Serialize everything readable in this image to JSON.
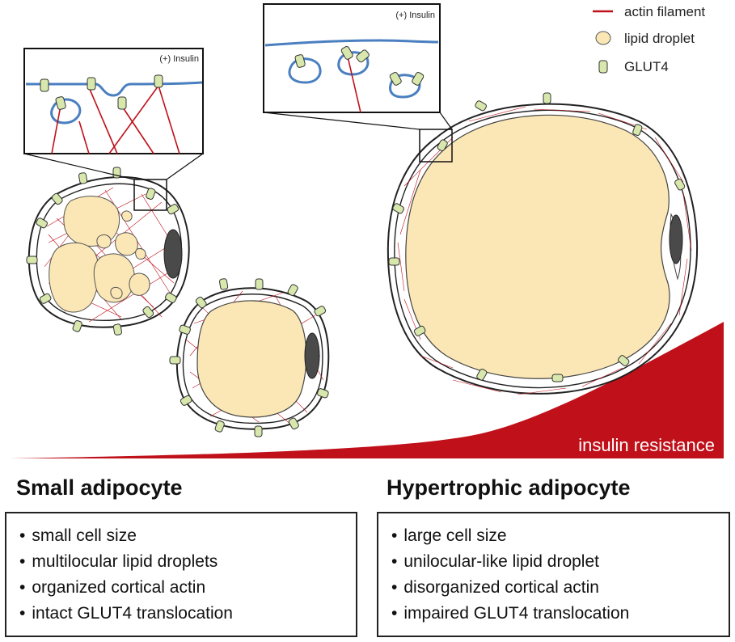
{
  "legend": [
    {
      "label": "actin filament",
      "icon": "actin-filament-icon",
      "color": "#c0101a"
    },
    {
      "label": "lipid droplet",
      "icon": "lipid-droplet-icon",
      "color": "#fbe7b5"
    },
    {
      "label": "GLUT4",
      "icon": "glut4-icon",
      "color": "#d8e8ad"
    }
  ],
  "insets": {
    "small": {
      "label": "(+) Insulin"
    },
    "large": {
      "label": "(+) Insulin"
    }
  },
  "gradient": {
    "label": "insulin resistance",
    "color": "#c0101a"
  },
  "panels": {
    "small": {
      "heading": "Small adipocyte",
      "bullets": [
        "small cell size",
        "multilocular lipid droplets",
        "organized cortical actin",
        "intact GLUT4 translocation"
      ]
    },
    "hypertrophic": {
      "heading": "Hypertrophic adipocyte",
      "bullets": [
        "large cell size",
        "unilocular-like lipid droplet",
        "disorganized cortical actin",
        "impaired GLUT4 translocation"
      ]
    }
  },
  "colors": {
    "membrane": "#4a7fc0",
    "actin": "#c0101a",
    "lipid": "#fbe7b5",
    "glut4": "#d8e8ad",
    "nucleus": "#4a4a4a",
    "outline": "#222222"
  }
}
